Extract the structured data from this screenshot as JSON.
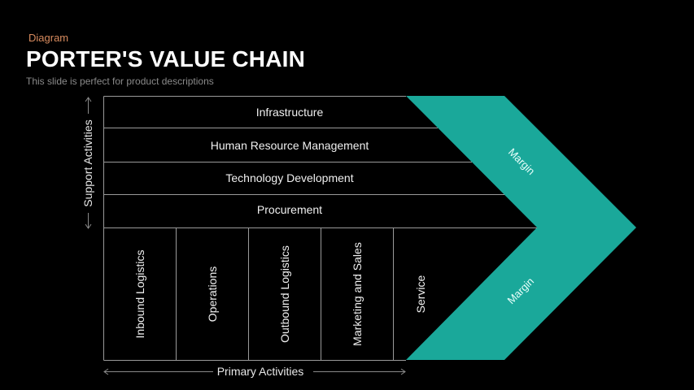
{
  "header": {
    "kicker": "Diagram",
    "title": "PORTER'S VALUE CHAIN",
    "subtitle": "This slide is perfect for product descriptions"
  },
  "colors": {
    "background": "#000000",
    "accent_teal": "#1aa89a",
    "kicker_orange": "#d88b5e",
    "grid_line": "#9a9a9a",
    "subtitle_gray": "#8a8a8a"
  },
  "support_activities": {
    "axis_label": "Support  Activities",
    "rows": [
      {
        "label": "Infrastructure"
      },
      {
        "label": "Human  Resource Management"
      },
      {
        "label": "Technology Development"
      },
      {
        "label": "Procurement"
      }
    ]
  },
  "primary_activities": {
    "axis_label": "Primary Activities",
    "columns": [
      {
        "label": "Inbound Logistics"
      },
      {
        "label": "Operations"
      },
      {
        "label": "Outbound Logistics"
      },
      {
        "label": "Marketing and Sales"
      },
      {
        "label": "Service"
      }
    ]
  },
  "margin": {
    "upper_label": "Margin",
    "lower_label": "Margin"
  }
}
